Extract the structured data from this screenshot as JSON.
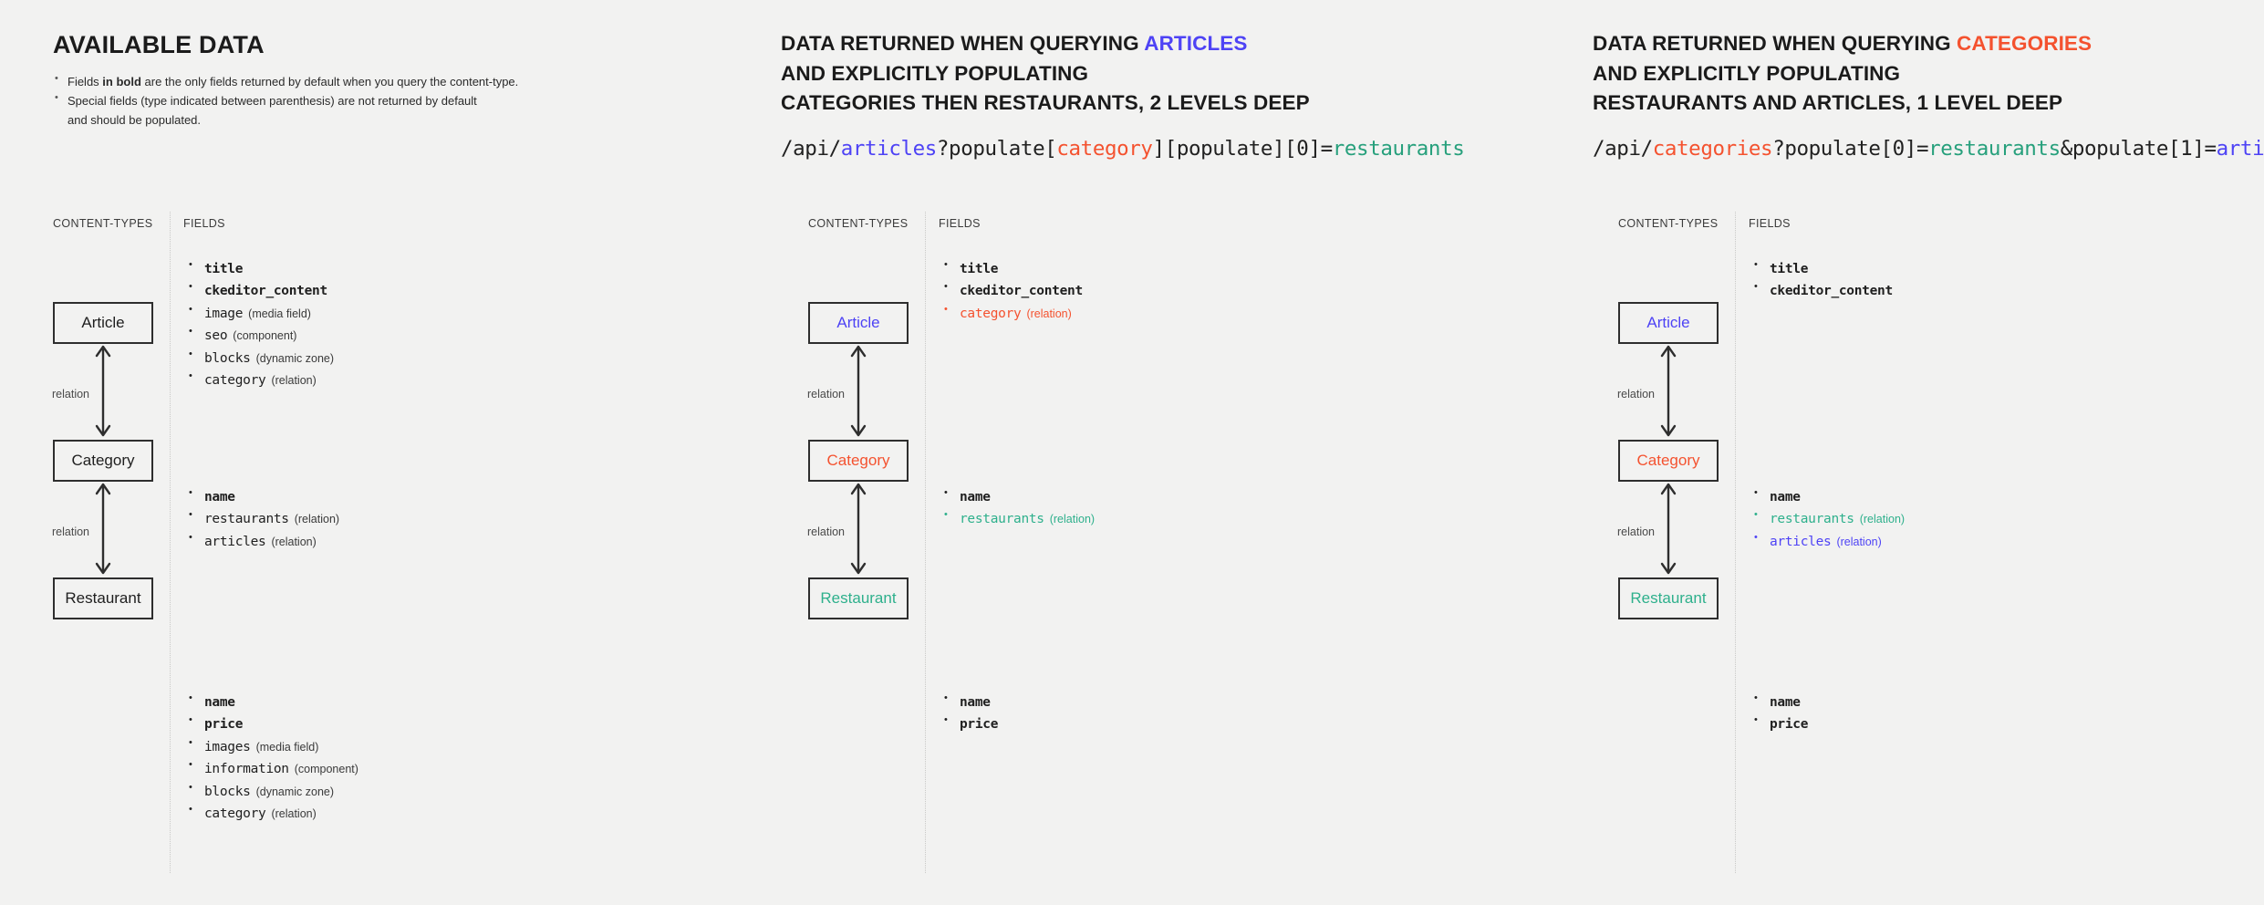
{
  "colors": {
    "background": "#f2f2f1",
    "blue": "#4e43f5",
    "red": "#f4522f",
    "green": "#2eb08c",
    "box_border": "#2e2e2e",
    "divider": "#c9c9c7"
  },
  "panels": [
    {
      "id": "available-data",
      "title": "AVAILABLE DATA",
      "bullets": [
        {
          "pre": "Fields ",
          "bold": "in bold",
          "post": " are the only fields returned by default when you query the content-type."
        },
        {
          "pre": "",
          "bold": "",
          "post": "Special fields (type indicated between parenthesis) are not returned by default"
        },
        {
          "pre": "",
          "bold": "",
          "post": "and should be populated."
        }
      ],
      "col_labels": {
        "content_types": "CONTENT-TYPES",
        "fields": "FIELDS"
      },
      "relation_label": "relation",
      "nodes": [
        {
          "name": "Article",
          "color": "default"
        },
        {
          "name": "Category",
          "color": "default"
        },
        {
          "name": "Restaurant",
          "color": "default"
        }
      ],
      "field_groups": [
        [
          {
            "name": "title",
            "type": "",
            "bold": true,
            "color": "default"
          },
          {
            "name": "ckeditor_content",
            "type": "",
            "bold": true,
            "color": "default"
          },
          {
            "name": "image",
            "type": "(media field)",
            "bold": false,
            "color": "default"
          },
          {
            "name": "seo",
            "type": "(component)",
            "bold": false,
            "color": "default"
          },
          {
            "name": "blocks",
            "type": "(dynamic zone)",
            "bold": false,
            "color": "default"
          },
          {
            "name": "category",
            "type": "(relation)",
            "bold": false,
            "color": "default"
          }
        ],
        [
          {
            "name": "name",
            "type": "",
            "bold": true,
            "color": "default"
          },
          {
            "name": "restaurants",
            "type": "(relation)",
            "bold": false,
            "color": "default"
          },
          {
            "name": "articles",
            "type": "(relation)",
            "bold": false,
            "color": "default"
          }
        ],
        [
          {
            "name": "name",
            "type": "",
            "bold": true,
            "color": "default"
          },
          {
            "name": "price",
            "type": "",
            "bold": true,
            "color": "default"
          },
          {
            "name": "images",
            "type": "(media field)",
            "bold": false,
            "color": "default"
          },
          {
            "name": "information",
            "type": "(component)",
            "bold": false,
            "color": "default"
          },
          {
            "name": "blocks",
            "type": "(dynamic zone)",
            "bold": false,
            "color": "default"
          },
          {
            "name": "category",
            "type": "(relation)",
            "bold": false,
            "color": "default"
          }
        ]
      ]
    },
    {
      "id": "query-articles",
      "title_lines": [
        [
          {
            "t": "DATA RETURNED WHEN QUERYING ",
            "c": "default"
          },
          {
            "t": "ARTICLES",
            "c": "blue"
          }
        ],
        [
          {
            "t": "AND EXPLICITLY POPULATING",
            "c": "default"
          }
        ],
        [
          {
            "t": "CATEGORIES THEN RESTAURANTS, 2 LEVELS DEEP",
            "c": "default"
          }
        ]
      ],
      "api_path": [
        {
          "t": "/api/",
          "c": "default"
        },
        {
          "t": "articles",
          "c": "blue"
        },
        {
          "t": "?populate[",
          "c": "default"
        },
        {
          "t": "category",
          "c": "red"
        },
        {
          "t": "][populate][0]=",
          "c": "default"
        },
        {
          "t": "restaurants",
          "c": "green"
        }
      ],
      "col_labels": {
        "content_types": "CONTENT-TYPES",
        "fields": "FIELDS"
      },
      "relation_label": "relation",
      "nodes": [
        {
          "name": "Article",
          "color": "blue"
        },
        {
          "name": "Category",
          "color": "red"
        },
        {
          "name": "Restaurant",
          "color": "green"
        }
      ],
      "field_groups": [
        [
          {
            "name": "title",
            "type": "",
            "bold": true,
            "color": "default"
          },
          {
            "name": "ckeditor_content",
            "type": "",
            "bold": true,
            "color": "default"
          },
          {
            "name": "category",
            "type": "(relation)",
            "bold": false,
            "color": "red"
          }
        ],
        [
          {
            "name": "name",
            "type": "",
            "bold": true,
            "color": "default"
          },
          {
            "name": "restaurants",
            "type": "(relation)",
            "bold": false,
            "color": "green"
          }
        ],
        [
          {
            "name": "name",
            "type": "",
            "bold": true,
            "color": "default"
          },
          {
            "name": "price",
            "type": "",
            "bold": true,
            "color": "default"
          }
        ]
      ]
    },
    {
      "id": "query-categories",
      "title_lines": [
        [
          {
            "t": "DATA RETURNED WHEN QUERYING ",
            "c": "default"
          },
          {
            "t": "CATEGORIES",
            "c": "red"
          }
        ],
        [
          {
            "t": "AND EXPLICITLY POPULATING",
            "c": "default"
          }
        ],
        [
          {
            "t": "RESTAURANTS AND ARTICLES, 1 LEVEL DEEP",
            "c": "default"
          }
        ]
      ],
      "api_path": [
        {
          "t": "/api/",
          "c": "default"
        },
        {
          "t": "categories",
          "c": "red"
        },
        {
          "t": "?populate[0]=",
          "c": "default"
        },
        {
          "t": "restaurants",
          "c": "green"
        },
        {
          "t": "&populate[1]=",
          "c": "default"
        },
        {
          "t": "articles",
          "c": "blue"
        }
      ],
      "col_labels": {
        "content_types": "CONTENT-TYPES",
        "fields": "FIELDS"
      },
      "relation_label": "relation",
      "nodes": [
        {
          "name": "Article",
          "color": "blue"
        },
        {
          "name": "Category",
          "color": "red"
        },
        {
          "name": "Restaurant",
          "color": "green"
        }
      ],
      "field_groups": [
        [
          {
            "name": "title",
            "type": "",
            "bold": true,
            "color": "default"
          },
          {
            "name": "ckeditor_content",
            "type": "",
            "bold": true,
            "color": "default"
          }
        ],
        [
          {
            "name": "name",
            "type": "",
            "bold": true,
            "color": "default"
          },
          {
            "name": "restaurants",
            "type": "(relation)",
            "bold": false,
            "color": "green"
          },
          {
            "name": "articles",
            "type": "(relation)",
            "bold": false,
            "color": "blue"
          }
        ],
        [
          {
            "name": "name",
            "type": "",
            "bold": true,
            "color": "default"
          },
          {
            "name": "price",
            "type": "",
            "bold": true,
            "color": "default"
          }
        ]
      ]
    }
  ]
}
